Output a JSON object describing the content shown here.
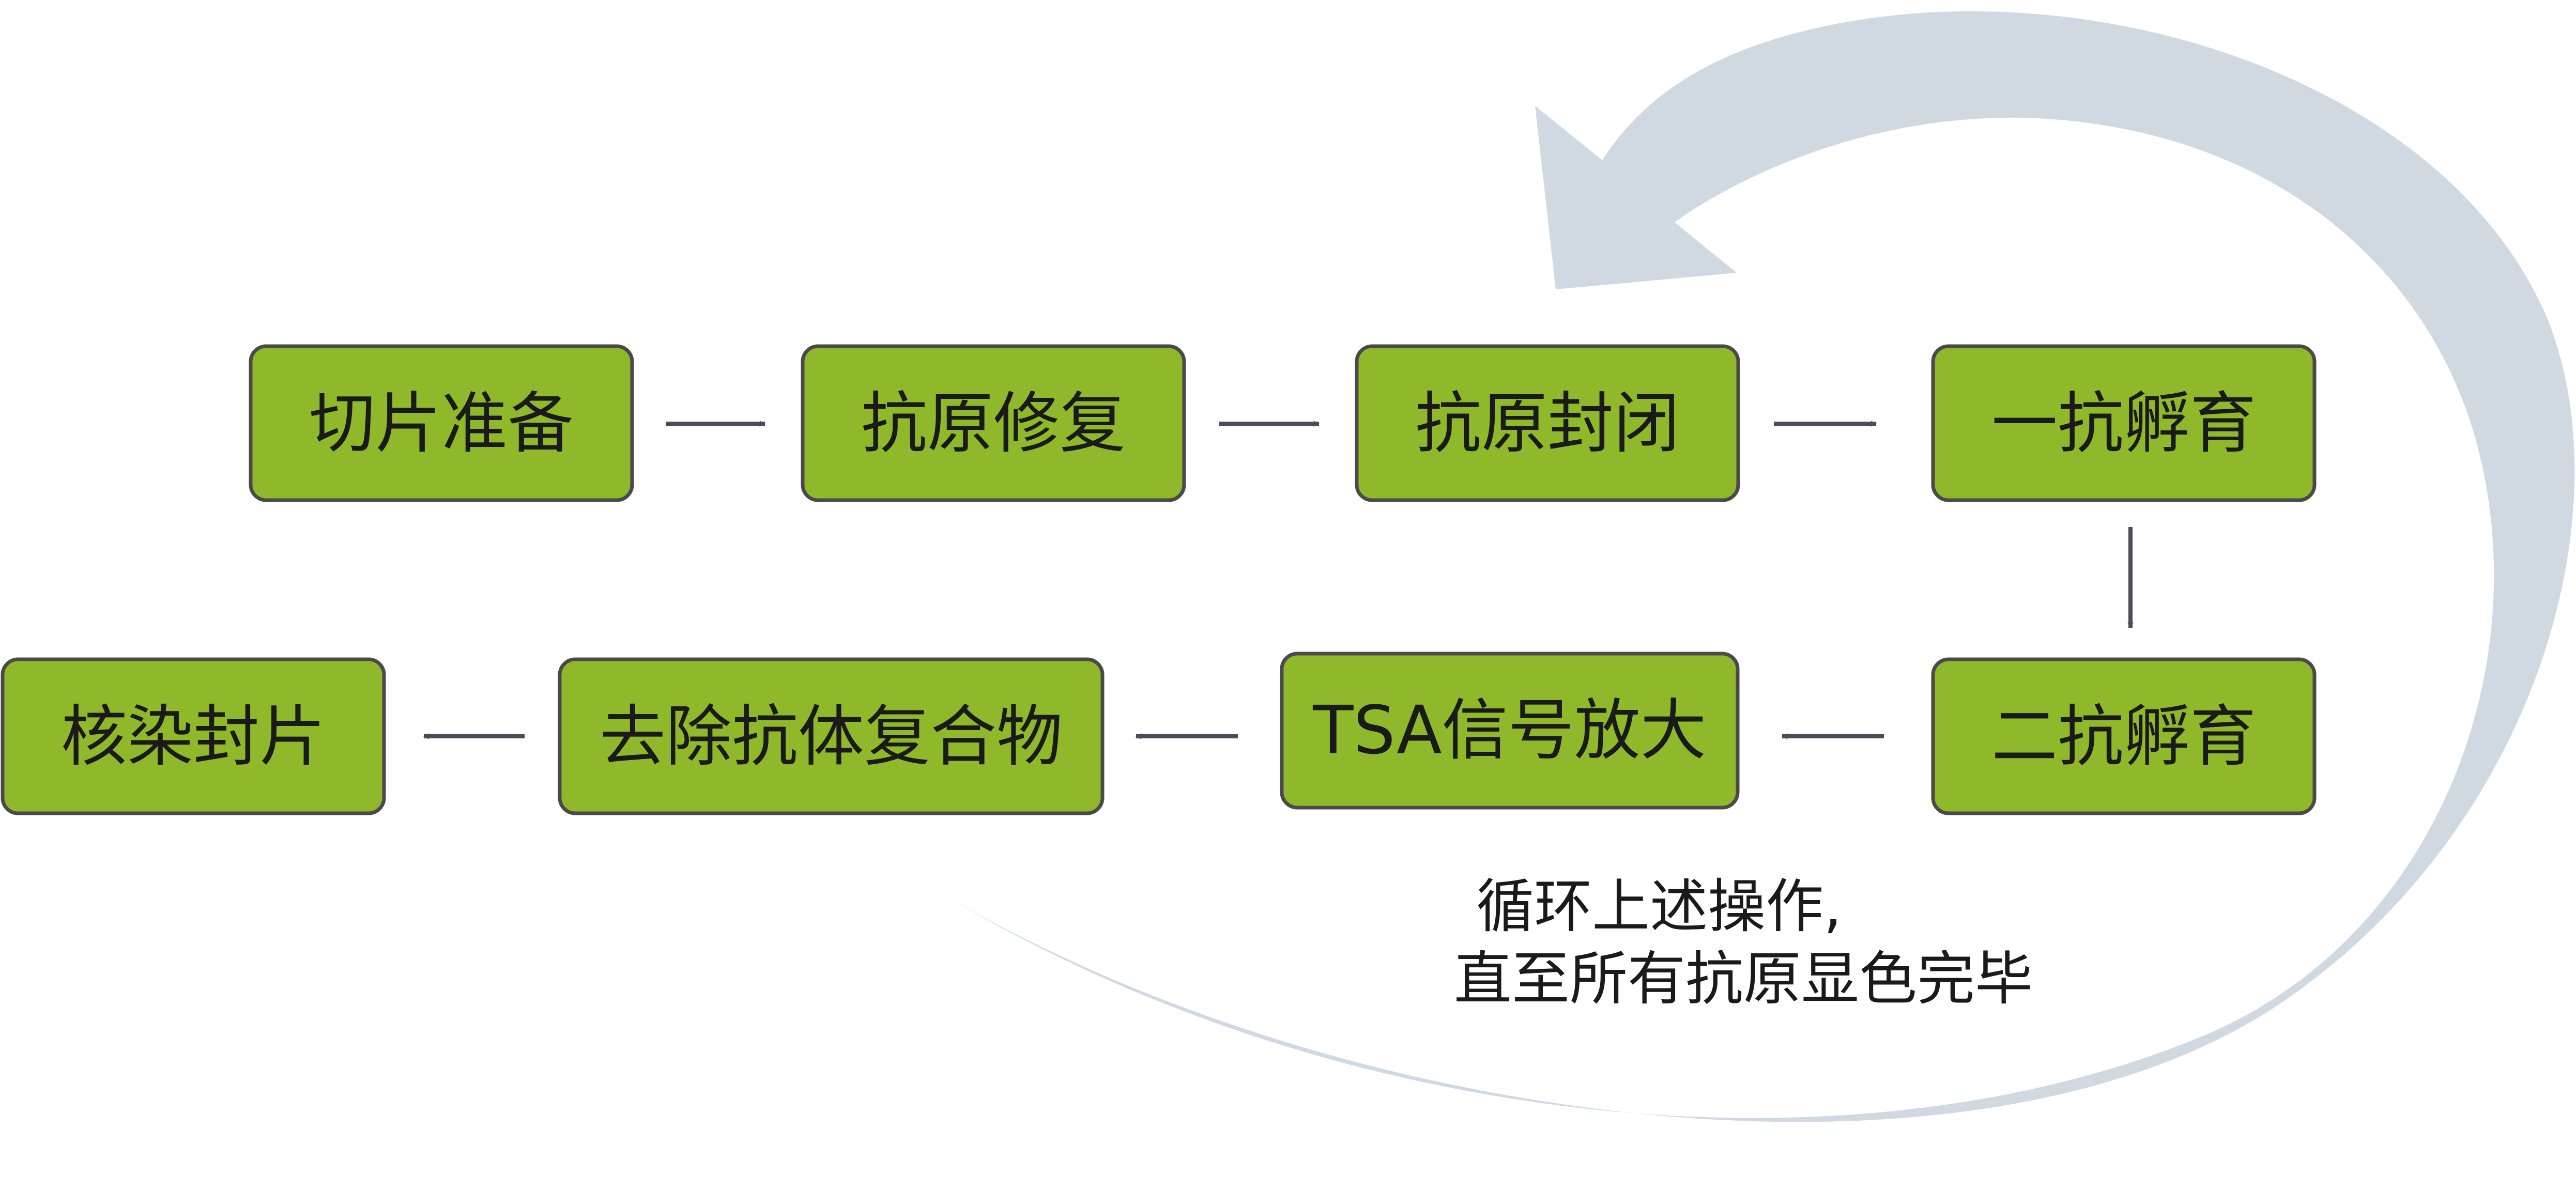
{
  "colors": {
    "box_fill": "#8fb92a",
    "box_stroke": "#4a4a4a",
    "arrow": "#4a4d57",
    "cycle_arrow": "#d0d9e2",
    "text": "#1a1a1a",
    "background": "#ffffff"
  },
  "steps": [
    {
      "id": "slice-prep",
      "label": "切片准备"
    },
    {
      "id": "antigen-retrieval",
      "label": "抗原修复"
    },
    {
      "id": "antigen-blocking",
      "label": "抗原封闭"
    },
    {
      "id": "primary-ab",
      "label": "一抗孵育"
    },
    {
      "id": "secondary-ab",
      "label": "二抗孵育"
    },
    {
      "id": "tsa-amplify",
      "label": "TSA信号放大"
    },
    {
      "id": "remove-complex",
      "label": "去除抗体复合物"
    },
    {
      "id": "counterstain",
      "label": "核染封片"
    }
  ],
  "cycle_note": {
    "line1": "循环上述操作,",
    "line2": "直至所有抗原显色完毕"
  }
}
